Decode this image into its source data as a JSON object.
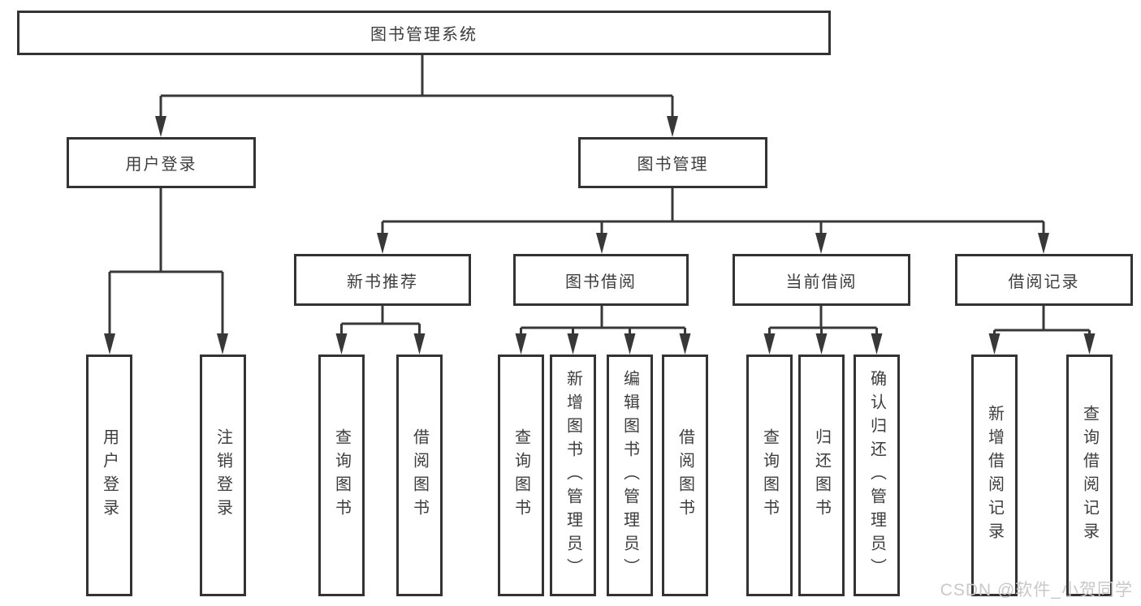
{
  "diagram": {
    "root": {
      "label": "图书管理系统"
    },
    "branches": [
      {
        "label": "用户登录",
        "children": [
          {
            "label": "用户登录"
          },
          {
            "label": "注销登录"
          }
        ]
      },
      {
        "label": "图书管理",
        "children": [
          {
            "label": "新书推荐",
            "children": [
              {
                "label": "查询图书"
              },
              {
                "label": "借阅图书"
              }
            ]
          },
          {
            "label": "图书借阅",
            "children": [
              {
                "label": "查询图书"
              },
              {
                "label": "新增图书（管理员）"
              },
              {
                "label": "编辑图书（管理员）"
              },
              {
                "label": "借阅图书"
              }
            ]
          },
          {
            "label": "当前借阅",
            "children": [
              {
                "label": "查询图书"
              },
              {
                "label": "归还图书"
              },
              {
                "label": "确认归还（管理员）"
              }
            ]
          },
          {
            "label": "借阅记录",
            "children": [
              {
                "label": "新增借阅记录"
              },
              {
                "label": "查询借阅记录"
              }
            ]
          }
        ]
      }
    ]
  },
  "watermark": {
    "text": "CSDN @软件_小贺同学"
  },
  "colors": {
    "background": "#ffffff",
    "box_border": "#333333",
    "connector_line": "#383838",
    "label_text": "#3d3d3d",
    "watermark_text": "#c8c8c8"
  }
}
